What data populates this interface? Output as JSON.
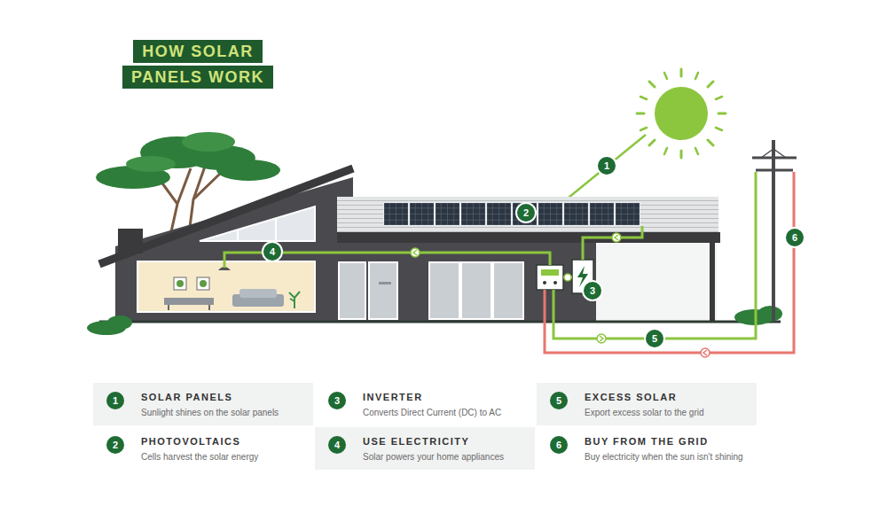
{
  "diagram": {
    "title": "HOW SOLAR PANELS WORK",
    "nodes": [
      {
        "text": [
          "1",
          "SOLAR PANELS",
          "Sunlight shines on the solar panels"
        ]
      },
      {
        "text": [
          "3",
          "INVERTER",
          "Converts Direct Current (DC) to AC"
        ]
      },
      {
        "text": [
          "5",
          "EXCESS SOLAR",
          "Export excess solar to the grid"
        ]
      },
      {
        "text": [
          "2",
          "PHOTOVOLTAICS",
          "Cells harvest the solar energy"
        ]
      },
      {
        "text": [
          "4",
          "USE ELECTRICITY",
          "Solar powers your home appliances"
        ]
      },
      {
        "text": [
          "6",
          "BUY FROM THE GRID",
          "Buy electricity when the sun isn't shining"
        ]
      }
    ],
    "labels": [
      "1",
      "2",
      "3",
      "4",
      "5",
      "6"
    ]
  }
}
